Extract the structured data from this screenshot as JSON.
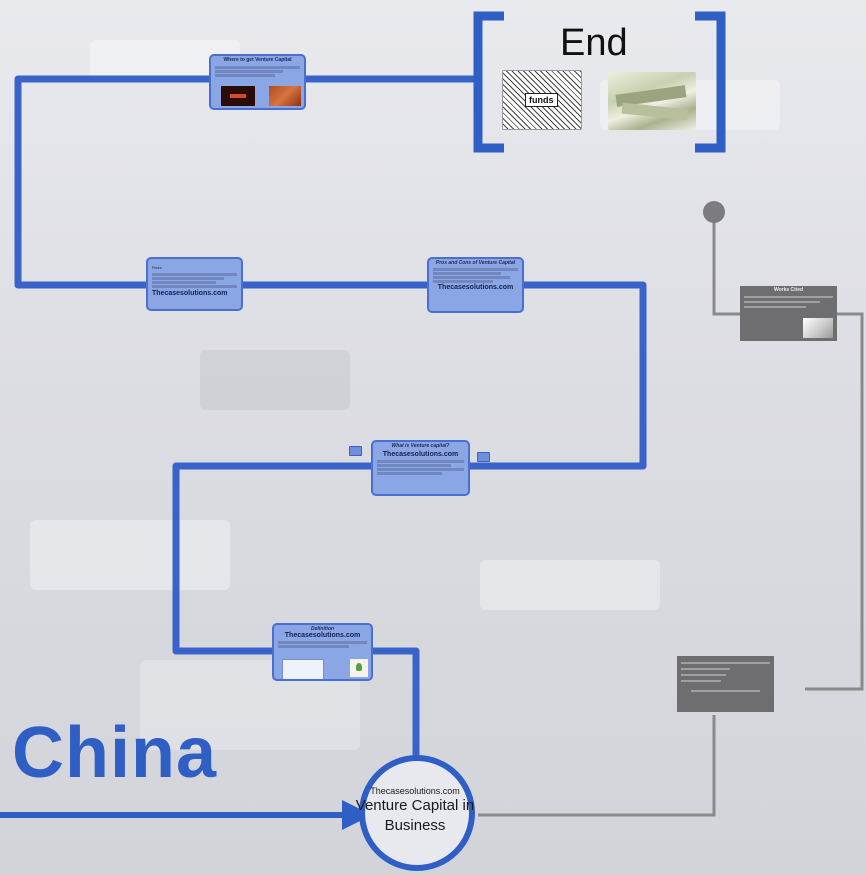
{
  "end": {
    "title": "End",
    "funds_label": "funds"
  },
  "main_circle": {
    "brand": "Thecasesolutions.com",
    "title_line1": "Venture Capital in",
    "title_line2": "Business"
  },
  "china_text": "China",
  "cards": {
    "where": {
      "title": "Where to get Venture Capital"
    },
    "risks": {
      "title": "Risks",
      "brand": "Thecasesolutions.com"
    },
    "pros": {
      "title": "Pros and Cons of Venture Capital",
      "brand": "Thecasesolutions.com"
    },
    "what": {
      "title": "What is Venture capital?",
      "brand": "Thecasesolutions.com"
    },
    "definition": {
      "title": "Definition",
      "brand": "Thecasesolutions.com"
    }
  },
  "works_cited": {
    "title": "Works Cited"
  },
  "colors": {
    "accent": "#3a63c9",
    "card_fill": "#8ba6e4",
    "grey_path": "#8a8a8a"
  }
}
